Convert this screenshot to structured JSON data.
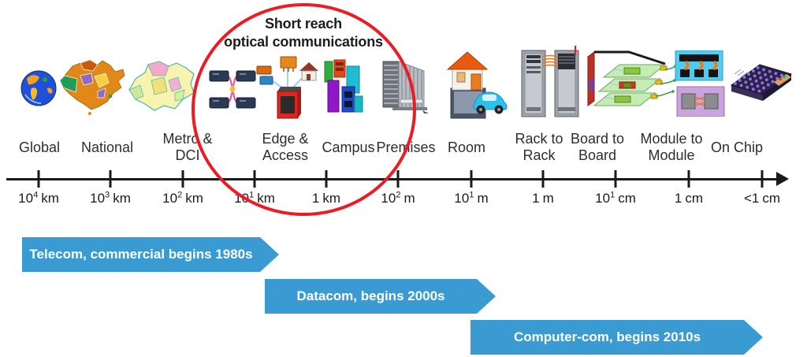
{
  "annotation": {
    "line1": "Short reach",
    "line2": "optical communications"
  },
  "colors": {
    "banner_blue": "#3A9BD2",
    "highlight_red": "#EC1C24",
    "axis_black": "#1A1A1A"
  },
  "scale": {
    "items": [
      {
        "icon": "globe",
        "label": "Global",
        "tick_mant": "10",
        "tick_exp": "4",
        "tick_unit": "km"
      },
      {
        "icon": "china-map",
        "label": "National",
        "tick_mant": "10",
        "tick_exp": "3",
        "tick_unit": "km"
      },
      {
        "icon": "region-map-dci-switches",
        "label": "Metro &\nDCI",
        "tick_mant": "10",
        "tick_exp": "2",
        "tick_unit": "km"
      },
      {
        "icon": "access-network",
        "label": "Edge &\nAccess",
        "tick_mant": "10",
        "tick_exp": "1",
        "tick_unit": "km"
      },
      {
        "icon": "campus-buildings",
        "label": "Campus",
        "tick_mant": "1",
        "tick_exp": "",
        "tick_unit": "km"
      },
      {
        "icon": "office-building",
        "label": "Premises",
        "tick_mant": "10",
        "tick_exp": "2",
        "tick_unit": "m"
      },
      {
        "icon": "house-and-car",
        "label": "Room",
        "tick_mant": "10",
        "tick_exp": "1",
        "tick_unit": "m"
      },
      {
        "icon": "server-racks",
        "label": "Rack to\nRack",
        "tick_mant": "1",
        "tick_exp": "",
        "tick_unit": "m"
      },
      {
        "icon": "circuit-boards",
        "label": "Board to\nBoard",
        "tick_mant": "10",
        "tick_exp": "1",
        "tick_unit": "cm"
      },
      {
        "icon": "optical-modules",
        "label": "Module to\nModule",
        "tick_mant": "1",
        "tick_exp": "",
        "tick_unit": "cm"
      },
      {
        "icon": "photonic-chip",
        "label": "On Chip",
        "tick_mant": "<1",
        "tick_exp": "",
        "tick_unit": "cm"
      }
    ]
  },
  "banners": [
    {
      "label": "Telecom, commercial begins 1980s"
    },
    {
      "label": "Datacom, begins 2000s"
    },
    {
      "label": "Computer-com, begins 2010s"
    }
  ]
}
